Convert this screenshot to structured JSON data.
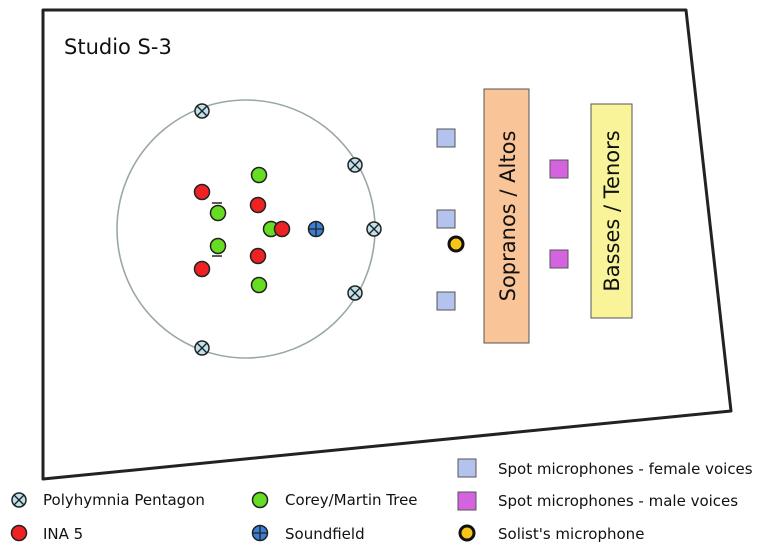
{
  "studio": {
    "title": "Studio S-3"
  },
  "sections": {
    "sopranos_altos": "Sopranos / Altos",
    "basses_tenors": "Basses / Tenors"
  },
  "legend": {
    "polyhymnia": "Polyhymnia Pentagon",
    "ina5": "INA 5",
    "corey_martin": "Corey/Martin Tree",
    "soundfield": "Soundfield",
    "spot_female": "Spot microphones - female voices",
    "spot_male": "Spot microphones - male voices",
    "solist": "Solist's microphone"
  },
  "colors": {
    "polyhymnia": "#bfe3ec",
    "ina5": "#ee2222",
    "corey_martin": "#66dd22",
    "soundfield": "#3a7fd6",
    "spot_female": "#b4c2ee",
    "spot_male": "#d463e0",
    "solist_fill": "#f5c518",
    "sopranos_box": "#f9c598",
    "basses_box": "#f9f49a"
  }
}
